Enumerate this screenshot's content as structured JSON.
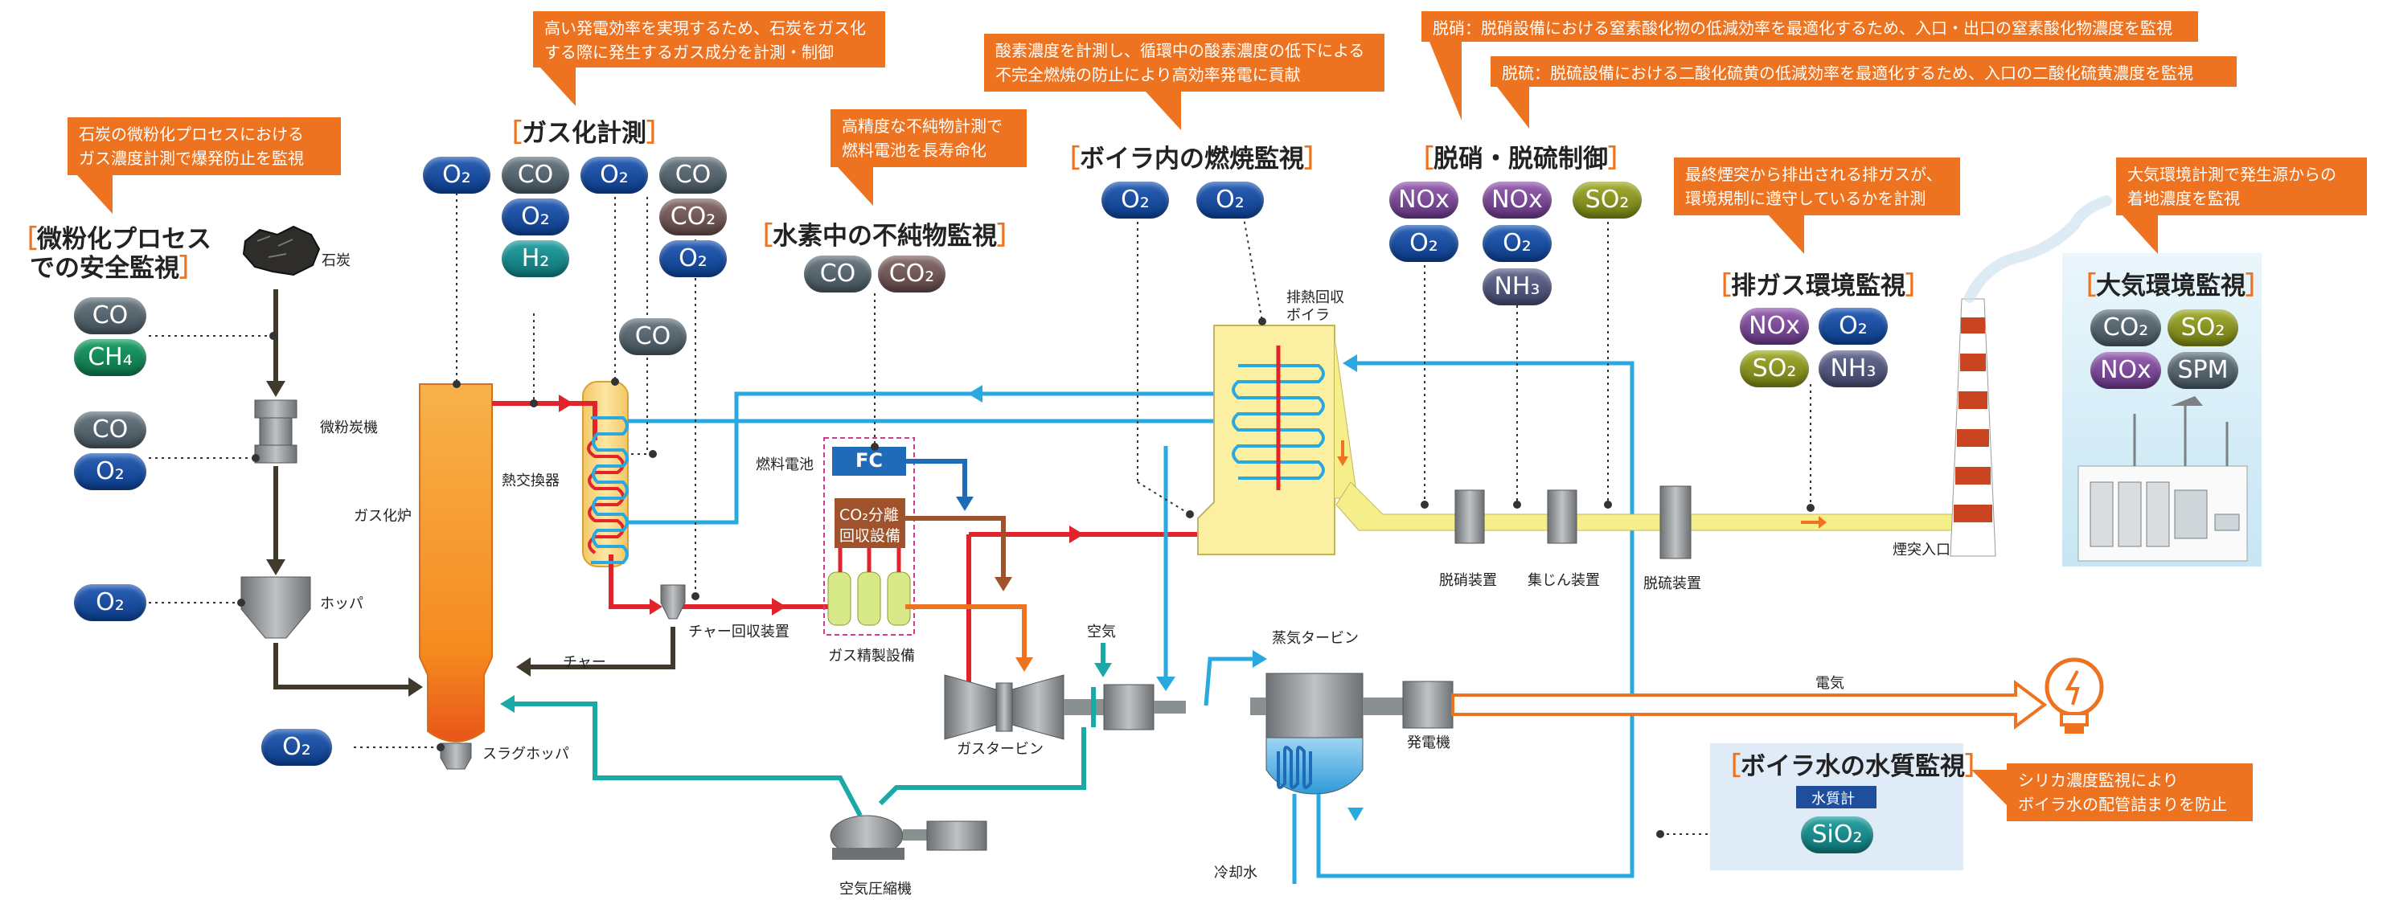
{
  "callouts": {
    "c1": "石炭の微粉化プロセスにおける\nガス濃度計測で爆発防止を監視",
    "c2": "高い発電効率を実現するため、石炭をガス化\nする際に発生するガス成分を計測・制御",
    "c3": "高精度な不純物計測で\n燃料電池を長寿命化",
    "c4": "酸素濃度を計測し、循環中の酸素濃度の低下による\n不完全燃焼の防止により高効率発電に貢献",
    "c5": "脱硝：脱硝設備における窒素酸化物の低減効率を最適化するため、入口・出口の窒素酸化物濃度を監視",
    "c6": "脱硫：脱硫設備における二酸化硫黄の低減効率を最適化するため、入口の二酸化硫黄濃度を監視",
    "c7": "最終煙突から排出される排ガスが、\n環境規制に遵守しているかを計測",
    "c8": "大気環境計測で発生源からの\n着地濃度を監視",
    "c9": "シリカ濃度監視により\nボイラ水の配管詰まりを防止"
  },
  "sections": {
    "s1_line1": "微粉化プロセス",
    "s1_line2": "での安全監視",
    "s2": "ガス化計測",
    "s3": "水素中の不純物監視",
    "s4": "ボイラ内の燃焼監視",
    "s5": "脱硝・脱硫制御",
    "s6": "排ガス環境監視",
    "s7": "大気環境監視",
    "s8": "ボイラ水の水質監視"
  },
  "bracket_open": "［",
  "bracket_close": "］",
  "equipment": {
    "coal": "石炭",
    "pulverizer": "微粉炭機",
    "hopper": "ホッパ",
    "gasifier": "ガス化炉",
    "heat_exchanger": "熱交換器",
    "char_recovery": "チャー回収装置",
    "char": "チャー",
    "slag_hopper": "スラグホッパ",
    "fuel_cell": "燃料電池",
    "fc": "FC",
    "co2_sep_1": "CO₂分離",
    "co2_sep_2": "回収設備",
    "gas_refining": "ガス精製設備",
    "gas_turbine": "ガスタービン",
    "air": "空気",
    "air_compressor": "空気圧縮機",
    "steam_turbine": "蒸気タービン",
    "generator": "発電機",
    "cooling_water": "冷却水",
    "electricity": "電気",
    "hrsg_1": "排熱回収",
    "hrsg_2": "ボイラ",
    "denox": "脱硝装置",
    "dust": "集じん装置",
    "desulf": "脱硫装置",
    "stack_inlet": "煙突入口",
    "water_meter": "水質計"
  },
  "gases": {
    "p1_co": "CO",
    "p1_ch4": "CH₄",
    "p2_co": "CO",
    "p2_o2": "O₂",
    "p3_o2": "O₂",
    "p4_o2": "O₂",
    "g_o2a": "O₂",
    "g_co1": "CO",
    "g_o2b": "O₂",
    "g_h2": "H₂",
    "g_o2c": "O₂",
    "g_co2": "CO",
    "g_co2b": "CO₂",
    "g_o2d": "O₂",
    "g_co3": "CO",
    "h_co": "CO",
    "h_co2": "CO₂",
    "b_o2a": "O₂",
    "b_o2b": "O₂",
    "d_nox1": "NOx",
    "d_o21": "O₂",
    "d_nox2": "NOx",
    "d_o22": "O₂",
    "d_nh3": "NH₃",
    "d_so2": "SO₂",
    "e_nox": "NOx",
    "e_o2": "O₂",
    "e_so2": "SO₂",
    "e_nh3": "NH₃",
    "a_co2": "CO₂",
    "a_so2": "SO₂",
    "a_nox": "NOx",
    "a_spm": "SPM",
    "w_sio2": "SiO₂"
  },
  "colors": {
    "accent": "#ee7321",
    "gas_flow": "#e1242b",
    "blue_flow": "#2aa8e0",
    "teal_flow": "#1aa9a7",
    "coal_flow": "#3f3a2c",
    "exhaust": "#f4ef8a"
  }
}
